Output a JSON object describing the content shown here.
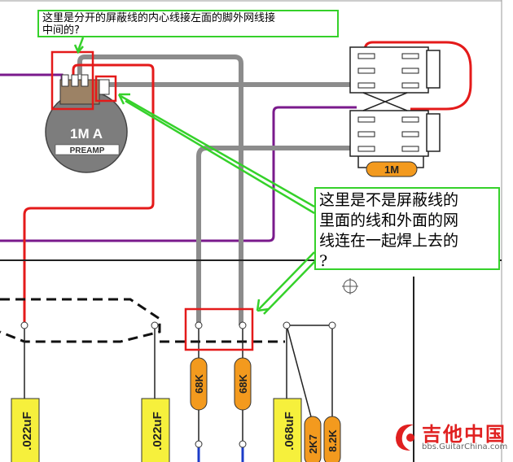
{
  "annotations": {
    "top_note": {
      "line1": "这里是分开的屏蔽线的内心线接左面的脚外网线接",
      "line2": "中间的?"
    },
    "question_note": {
      "line1": "这里是不是屏蔽线的",
      "line2": "里面的线和外面的网",
      "line3": "线连在一起焊上去的",
      "line4": "?"
    }
  },
  "pot": {
    "value_label": "1M A",
    "name_label": "PREAMP"
  },
  "switch": {
    "resistor_label": "1M"
  },
  "resistors": [
    {
      "label": "68K"
    },
    {
      "label": "68K"
    },
    {
      "label": "2K7"
    },
    {
      "label": "8.2K"
    }
  ],
  "capacitors": [
    {
      "label": ".022uF"
    },
    {
      "label": ".022uF"
    },
    {
      "label": ".068uF"
    }
  ],
  "watermark": {
    "site_name": "吉他中国",
    "url": "bbs.GuitarChina.com"
  },
  "colors": {
    "annotation_green": "#35d12a",
    "highlight_red": "#e41a1a",
    "wire_red": "#e41a1a",
    "wire_purple": "#7a1a8c",
    "wire_gray": "#8c8c8c",
    "cap_yellow": "#f6f03c",
    "resistor_orange": "#f39a1e",
    "wire_blue": "#1c3cc8"
  }
}
